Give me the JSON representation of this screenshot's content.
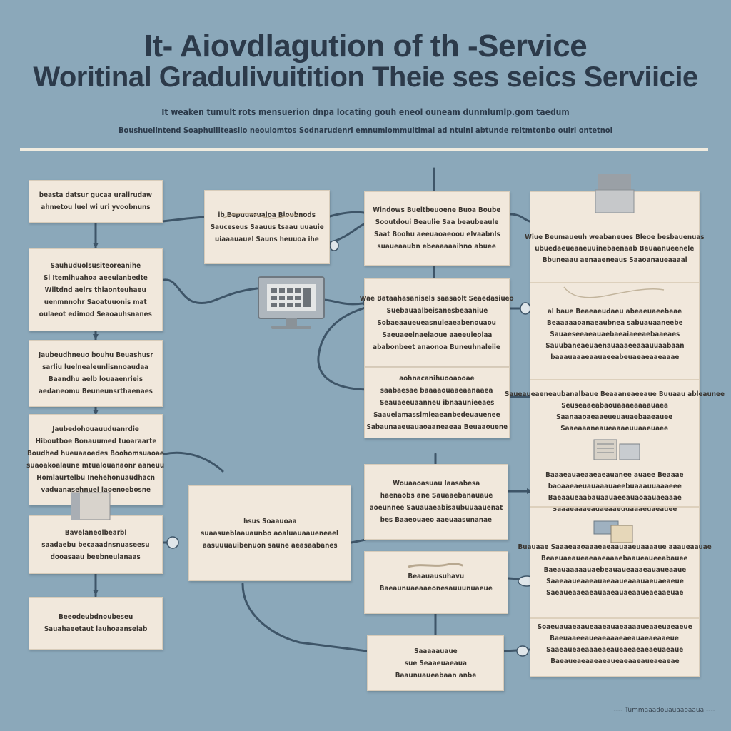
{
  "title": {
    "line1": "It- Aiovdlagution  of th  -Service",
    "line2": "Woritinal Gradulivuitition Theie ses seics Serviicie"
  },
  "subtitle": {
    "line1": "It weaken tumult rots mensuerion dnpa locating gouh eneol ouneam dunmlumlp.gom taedum",
    "line2": "Boushuelintend Soaphuliiteasiio neoulomtos Sodnarudenri emnumlommuitimal ad ntulnl abtunde reitmtonbo ouirl ontetnol"
  },
  "left_column": [
    {
      "lines": [
        "beasta datsur gucaa uralirudaw",
        "ahmetou luel wi uri yvoobnuns"
      ]
    },
    {
      "lines": [
        "Sauhuduolsusiteoreanihe",
        "Si Itemihuahoa aeeuianbedte",
        "Wiltdnd aelrs thiaonteuhaeu",
        "uenmnnohr Saoatuuonis mat",
        "oulaeot edimod Seaoauhsnanes"
      ]
    },
    {
      "lines": [
        "Jaubeudhneuo bouhu Beuashusr",
        "sarliu luelnealeunlisnnoaudaa",
        "Baandhu aelb louaaenrieis",
        "aedaneomu Beuneunsrthaenaes"
      ]
    },
    {
      "lines": [
        "Jaubedohouauuduanrdie",
        "Hiboutboe Bonauumed tuoaraarte",
        "Boudhed hueuaaoedes Boohomsuaoae",
        "suaoakoalaune mtualouanaonr aaneuu",
        "Homlaurtelbu Inehehonuaudhacn",
        "vaduanasehnuel laoenoebosne"
      ]
    },
    {
      "lines": [
        "Bavelaneolbearbl",
        "saadaebu becaaadnsnuaseesu",
        "dooasaau beebneulanaas"
      ]
    },
    {
      "lines": [
        "Beeodeubdnoubeseu",
        "Sauahaeetaut lauhoaanseiab"
      ]
    }
  ],
  "mid_top_box": {
    "lines": [
      "ib  Bepuuarualoa Bioubnods",
      "Sauceseus Saauus tsaau uuauie",
      "uiaaauauel Sauns heuuoa ihe"
    ]
  },
  "mid_bottom_box": {
    "lines": [
      "hsus Soaauoaa",
      "suaasueblaauaunbo aoaluauaaueneael",
      "aasuuuauibenuon saune aeasaabanes"
    ]
  },
  "right_column": [
    {
      "lines": [
        "Windows Bueltbeuoene Buoa  Boube",
        "Sooutdoui Beaulie  Saa beaubeaule",
        "Saat Boohu aeeuaoaeoou elvaabnls",
        "suaueaaubn ebeaaaaaihno abuee"
      ]
    },
    {
      "lines": [
        "Wae Bataahasanisels saasaolt Seaedasiueo",
        "Suebauaalbeisanesbeaaniue",
        "Sobaeaaueueasnuieaeabenouaou",
        "Saeuaeelnaeiaoue aaeeuieolaa",
        "ababonbeet anaonoa Buneuhnaleiie"
      ]
    },
    {
      "lines": [
        "aohnacanihuooaooae",
        "saabaesae baaaaouaaeaanaaea",
        "Seauaeeuaanneu ibnaaunieeaes",
        "Saaueiamasslmieaeanbedeuauenee",
        "Sabaunaaeuauaoaaneaeaa Beuaaouene"
      ]
    },
    {
      "lines": [
        "Wouaaoasuau laasabesa",
        "haenaobs ane Sauaaebanauaue",
        "aoeunnee Sauauaeabisaubuuaauenat",
        "bes Baaeouaeo aaeuaasunanae"
      ]
    },
    {
      "lines": [
        "Beaauausuhavu",
        "Baeaunuaeaaeonesauuunuaeue"
      ]
    },
    {
      "lines": [
        "Saaaaauaue",
        "sue Seaaeuaeaua",
        "Baaunuaueabaan anbe"
      ]
    }
  ],
  "panel": {
    "sections": [
      {
        "lines": [
          "Wiue Beumaueuh weabaneues Bleoe besbauenuas",
          "ubuedaeueaaeuuinebaenaab Beuaanueenele",
          "Bbuneaau aenaaeneaus Saaoanaueaaaal"
        ]
      },
      {
        "lines": [
          "al baue Beaeaeudaeu abeaeuaeebeae",
          "Beaaaaaoanaeaubnea sabuauaaneebe",
          "Sauaeseeaeauaebaeaiaeeaebaaeaes",
          "Sauubaneaeuaenauaaaeeaaauuaabaan",
          "baaauaaaeaauaeeabeuaeaeaaeaaae"
        ]
      },
      {
        "lines": [
          "Saueaueaeneaubanalbaue  Beaaaneaeeaue  Buuaau ableaunee",
          "Seuseaaeabaouaaaeaaaauaea",
          "Saanaaoaeaaeueuauaebaaeauee",
          "Saaeaaaneaueaaaeuuaaeuaee"
        ]
      },
      {
        "lines": [
          "Baaaeauaeaaeaeauanee auaee Beaaae",
          "baoaaeaeuauaaauaeebuaaauuaaaeee",
          "Baeaaueaabauaauaeeauaoaauaeaaae",
          "Saaaeaaaeauaeaaeuuaaaeuaeauee"
        ]
      },
      {
        "lines": [
          "Buauaae Saaaeaaoaaaeaeaauaaeuaaaaue aaaueaauae",
          "Beaeuaeaueaeaaeaaaebaaueaueeabauee",
          "Baeauaaaaauaebeauaueaaaeauaueaaue",
          "Saaeaaueaaeauaeaaueaaauaeuaeaeue",
          "Saeaueaaeaeauaaeauaeaaueaeaaeuae"
        ]
      },
      {
        "lines": [
          "Soaeuauaeaaueaaeauaeaaaaueaaeuaeaeue",
          "Baeuaaeeaueaeaaaeaeauaeaeaaeue",
          "Saaeaueaeaaaeaeaueaeaeaeaeuaeaue",
          "Baeaueaeaaeaeaueaeaaeaueaeaeae"
        ]
      }
    ]
  },
  "footer": "---- Tummaaadouauaaoaaua ----"
}
